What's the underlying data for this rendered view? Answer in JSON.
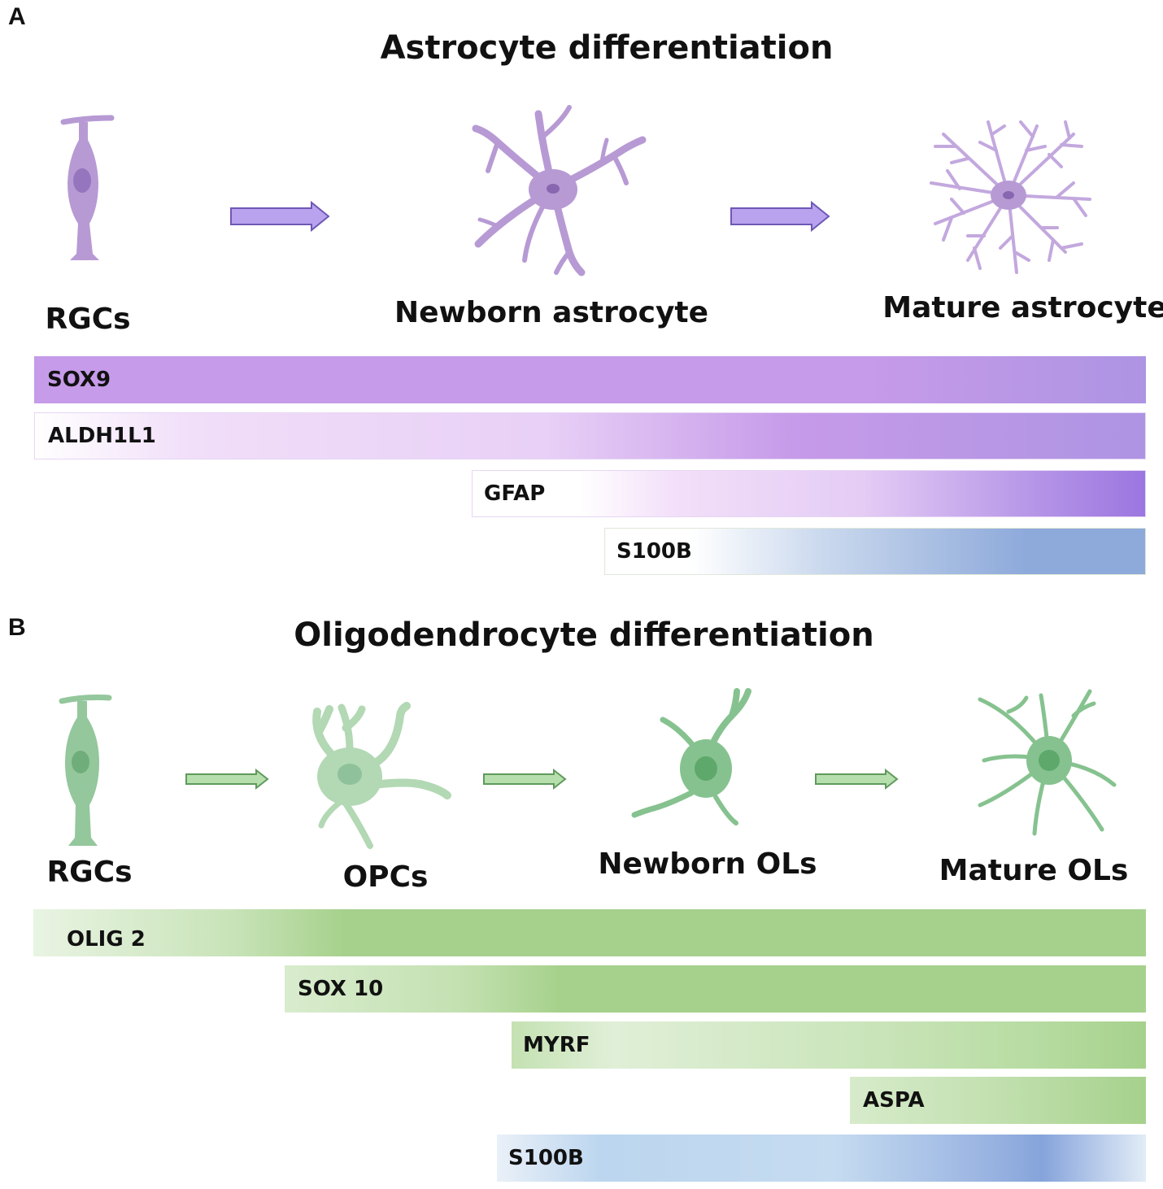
{
  "panelA": {
    "letter": "A",
    "title": "Astrocyte differentiation",
    "stages": [
      "RGCs",
      "Newborn astrocyte",
      "Mature astrocyte"
    ],
    "markers": [
      "SOX9",
      "ALDH1L1",
      "GFAP",
      "S100B"
    ]
  },
  "panelB": {
    "letter": "B",
    "title": "Oligodendrocyte differentiation",
    "stages": [
      "RGCs",
      "OPCs",
      "Newborn OLs",
      "Mature OLs"
    ],
    "markers": [
      "OLIG 2",
      "SOX 10",
      "MYRF",
      "ASPA",
      "S100B"
    ]
  },
  "colors": {
    "purple": "#c69be9",
    "purple_dark": "#9b76e0",
    "purple_cell": "#b79ad4",
    "blue": "#8eaadb",
    "green": "#a6d18c",
    "green_cell": "#94c79c"
  }
}
